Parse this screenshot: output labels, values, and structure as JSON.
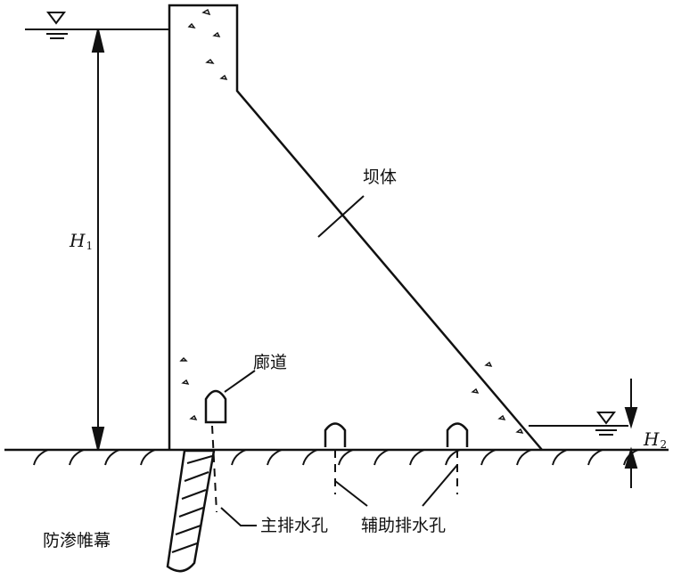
{
  "labels": {
    "dam_body": "坝体",
    "gallery": "廊道",
    "main_drain": "主排水孔",
    "aux_drain": "辅助排水孔",
    "grout_curtain": "防渗帷幕"
  },
  "symbols": {
    "h1_main": "H",
    "h1_sub": "1",
    "h2_main": "H",
    "h2_sub": "2"
  }
}
